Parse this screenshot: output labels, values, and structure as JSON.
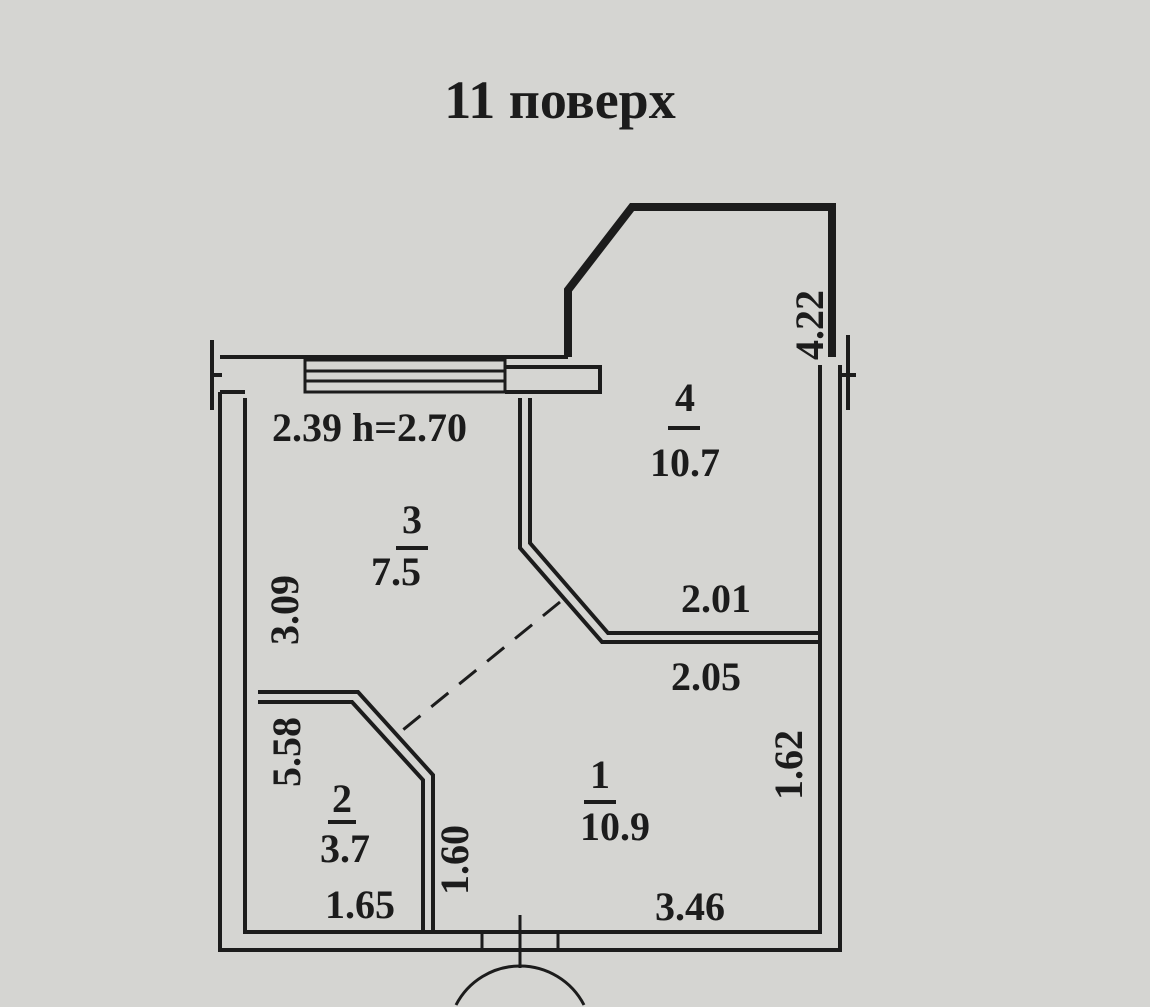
{
  "title": "11 поверх",
  "ceiling_label": "2.39 h=2.70",
  "rooms": [
    {
      "number": "1",
      "area": "10.9"
    },
    {
      "number": "2",
      "area": "3.7"
    },
    {
      "number": "3",
      "area": "7.5"
    },
    {
      "number": "4",
      "area": "10.7"
    }
  ],
  "dimensions": {
    "balcony_height": "4.22",
    "room3_side": "3.09",
    "room2_side": "5.58",
    "room2_bottom": "1.65",
    "room2_right": "1.60",
    "room4_bottom": "2.01",
    "room1_top": "2.05",
    "room1_right": "1.62",
    "room1_bottom": "3.46"
  }
}
